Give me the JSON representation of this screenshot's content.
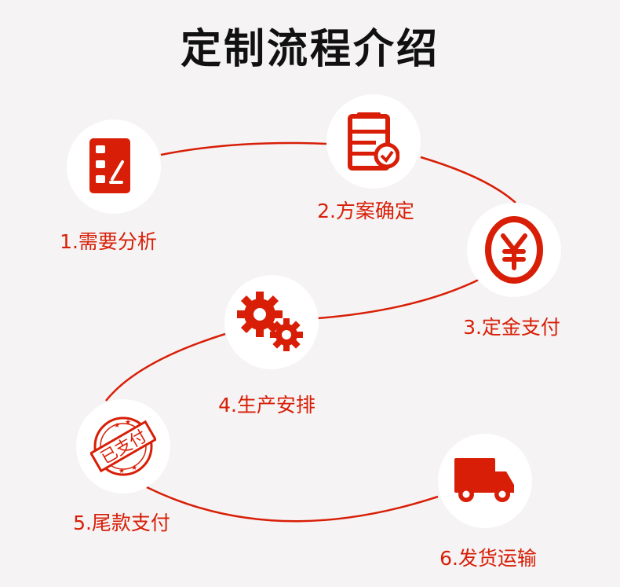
{
  "title": "定制流程介绍",
  "accent_color": "#d81e06",
  "steps": [
    {
      "label": "1.需要分析",
      "icon": "checklist-edit-icon"
    },
    {
      "label": "2.方案确定",
      "icon": "clipboard-check-icon"
    },
    {
      "label": "3.定金支付",
      "icon": "yen-coin-icon"
    },
    {
      "label": "4.生产安排",
      "icon": "gears-icon"
    },
    {
      "label": "5.尾款支付",
      "icon": "paid-stamp-icon",
      "stamp_text": "已支付"
    },
    {
      "label": "6.发货运输",
      "icon": "truck-icon"
    }
  ]
}
